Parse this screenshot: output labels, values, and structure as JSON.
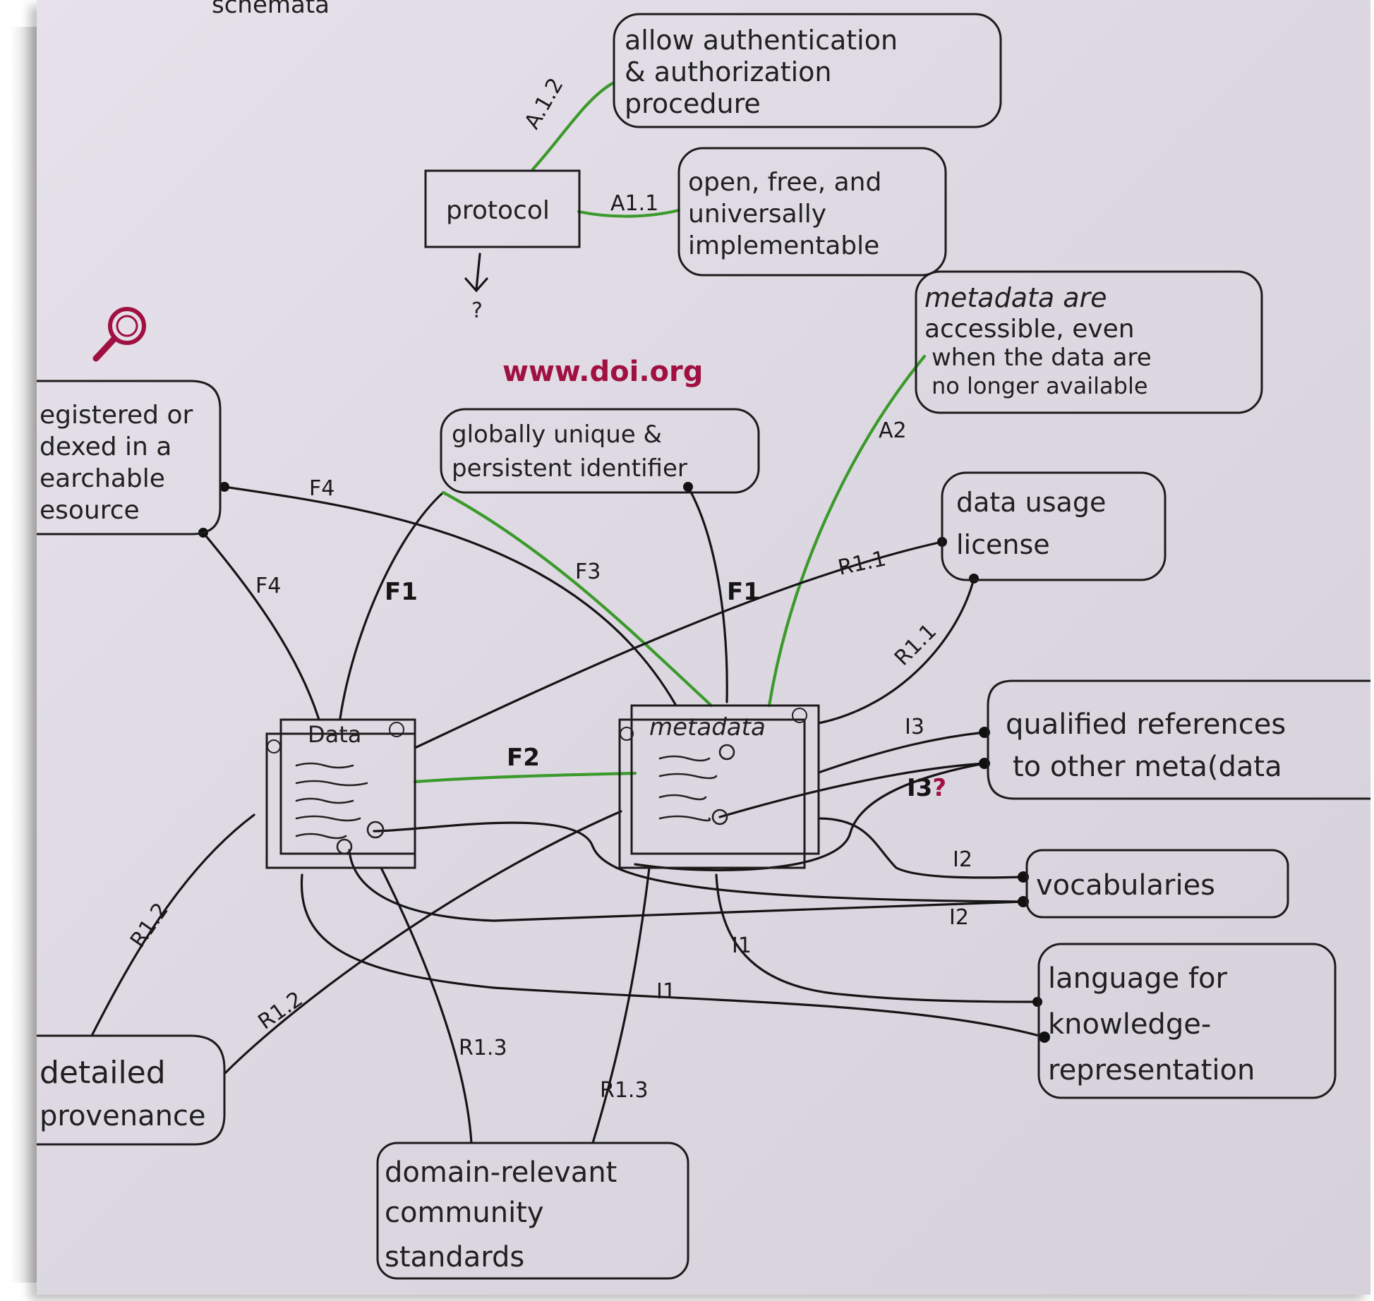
{
  "nodes": {
    "header_scrap": "schemata",
    "auth": [
      "allow authentication",
      "& authorization",
      "procedure"
    ],
    "protocol": "protocol",
    "protocol_arrow": "?",
    "open": [
      "open, free, and",
      "universally",
      "implementable"
    ],
    "meta_access": [
      "metadata are",
      "accessible, even",
      "when the data are",
      "no longer available"
    ],
    "doi_url": "www.doi.org",
    "registered": [
      "egistered or",
      "dexed in a",
      "earchable",
      "esource"
    ],
    "identifier": [
      "globally unique &",
      "persistent identifier"
    ],
    "license": [
      "data usage",
      "license"
    ],
    "data": "Data",
    "metadata": "metadata",
    "qualified": [
      "qualified references",
      "to other meta(data"
    ],
    "vocabularies": "vocabularies",
    "language": [
      "language for",
      "knowledge-",
      "representation"
    ],
    "provenance": [
      "detailed",
      "provenance"
    ],
    "standards": [
      "domain-relevant",
      "community",
      "standards"
    ]
  },
  "edges": {
    "a12": "A.1.2",
    "a11": "A1.1",
    "a2": "A2",
    "f4_top": "F4",
    "f4_left": "F4",
    "f1_left": "F1",
    "f1_right": "F1",
    "f3": "F3",
    "f2": "F2",
    "r11_top": "R1.1",
    "r11_right": "R1.1",
    "i3_top": "I3",
    "i3_q": "I3",
    "i3_q_mark": "?",
    "i2_top": "I2",
    "i2_bottom": "I2",
    "i1_right": "I1",
    "i1_mid": "I1",
    "r12_left": "R1.2",
    "r12_mid": "R1.2",
    "r13_left": "R1.3",
    "r13_right": "R1.3"
  },
  "colors": {
    "line": "#151515",
    "green_line": "#3a9a2a",
    "red_text": "#a01040",
    "paper": "#e1dce6"
  },
  "icons": {
    "magnifier": "magnifier-icon"
  }
}
